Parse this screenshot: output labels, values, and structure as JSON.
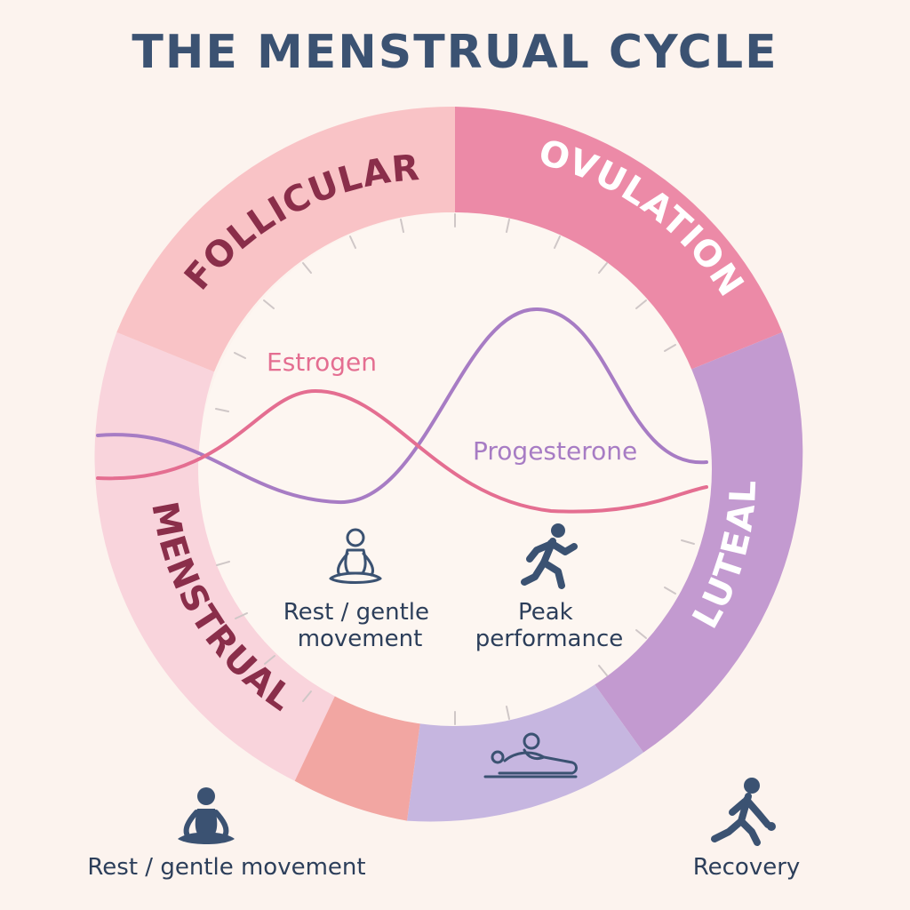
{
  "title": "THE MENSTRUAL CYCLE",
  "phases": {
    "follicular": "FOLLICULAR",
    "ovulation": "OVULATION",
    "luteal": "LUTEAL",
    "menstrual": "MENSTRUAL"
  },
  "hormones": {
    "estrogen": "Estrogen",
    "progesterone": "Progesterone"
  },
  "activities": {
    "inner_left": [
      "Rest / gentle",
      "movement"
    ],
    "inner_right": [
      "Peak",
      "performance"
    ],
    "bottom_left": "Rest / gentle movement",
    "bottom_right": "Recovery"
  },
  "icons": {
    "meditation": "meditation-icon",
    "runner": "runner-icon",
    "massage": "massage-icon",
    "ball_player": "ball-player-icon"
  },
  "colors": {
    "title": "#3b5272",
    "follicular": "#f9c3c6",
    "ovulation": "#ec8aa7",
    "luteal": "#c39ad0",
    "menstrual": "#f9d4dc",
    "salmon": "#f2a6a2",
    "lavender": "#c6b6e0",
    "phase_text_dark": "#8a2e4a",
    "phase_text_light": "#ffffff",
    "estrogen": "#e46e91",
    "progesterone": "#a77cc4",
    "icon": "#3b5272"
  }
}
